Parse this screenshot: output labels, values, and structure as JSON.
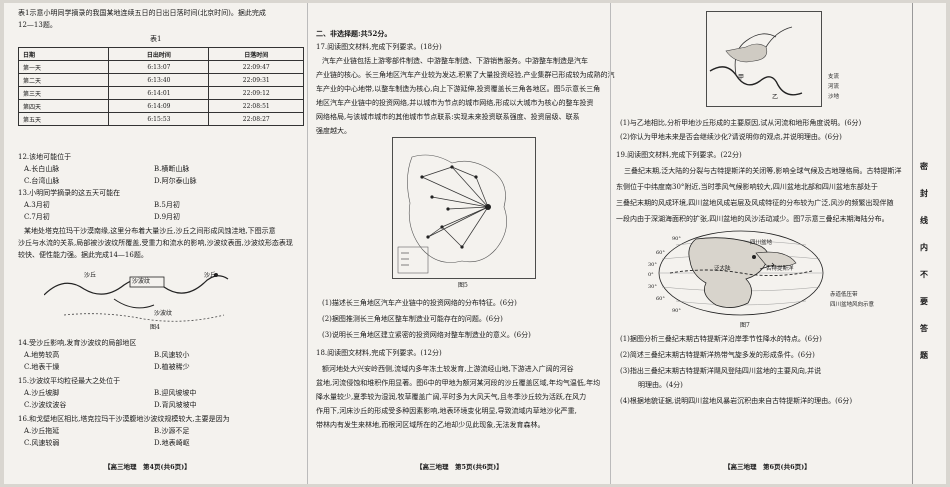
{
  "left": {
    "intro": [
      "表1示意小明同学摘录的我国某地连续五日的日出日落时间(北京时间)。据此完成",
      "12—13题。"
    ],
    "table_title": "表1",
    "table": {
      "headers": [
        "日期",
        "日出时间",
        "日落时间"
      ],
      "rows": [
        [
          "第一天",
          "6:13:07",
          "22:09:47"
        ],
        [
          "第二天",
          "6:13:40",
          "22:09:31"
        ],
        [
          "第三天",
          "6:14:01",
          "22:09:12"
        ],
        [
          "第四天",
          "6:14:09",
          "22:08:51"
        ],
        [
          "第五天",
          "6:15:53",
          "22:08:27"
        ]
      ]
    },
    "q12": "12.该地可能位于",
    "q12_opts": [
      "A.长白山脉",
      "B.横断山脉",
      "C.台湾山脉",
      "D.阿尔泰山脉"
    ],
    "q13": "13.小明同学摘录的这五天可能在",
    "q13_opts": [
      "A.3月初",
      "B.5月初",
      "C.7月初",
      "D.9月初"
    ],
    "passage": [
      "某地处塔克拉玛干沙漠南缘,这里分布着大量沙丘,沙丘之间形成风蚀洼地,下图示意",
      "沙丘与水流的关系,局部被沙波纹所覆盖,受重力和流水的影响,沙波纹表面,沙波纹形态表现",
      "较快、便性能力强。据此完成14—16题。"
    ],
    "fig4": {
      "labels": [
        "沙丘",
        "沙波纹",
        "沙丘",
        "沙波纹"
      ],
      "caption": "图4"
    },
    "q14": "14.受沙丘影响,发育沙波纹的局部地区",
    "q14_opts": [
      "A.地势较高",
      "B.风速较小",
      "C.地表干燥",
      "D.植被稀少"
    ],
    "q15": "15.沙波纹平均粒径最大之处位于",
    "q15_opts": [
      "A.沙丘坡脚",
      "B.迎风坡坡中",
      "C.沙波纹波谷",
      "D.背风坡坡中"
    ],
    "q16": "16.和戈壁地区相比,塔克拉玛干沙漠腹地沙波纹规模较大,主要是因为",
    "q16_opts": [
      "A.沙丘拖延",
      "B.沙源不足",
      "C.风速较弱",
      "D.地表崎岖"
    ],
    "footer": "【高三地理　第4页(共6页)】"
  },
  "middle": {
    "section": "二、非选择题:共52分。",
    "q17": "17.阅读图文材料,完成下列要求。(18分)",
    "q17_text": [
      "汽车产业链包括上游零部件制造、中游整车制造、下游销售服务。中游整车制造是汽车",
      "产业链的核心。长三角地区汽车产业较为发达,积累了大量投资经验,产业集群已形成较为成熟的汽",
      "车产业的中心地带,以整车制造为核心,向上下游延伸,投资覆盖长三角各地区。图5示意长三角",
      "地区汽车产业链中的投资网络,并以城市为节点的城市网络,形成以大城市为核心的整车投资",
      "网络格局,与该城市城市的其他城市节点联系:实现未来投资联系强度、投资层级、联系",
      "强度越大。"
    ],
    "fig5": {
      "caption": "图5"
    },
    "q17_items": [
      "(1)描述长三角地区汽车产业链中的投资网络的分布特征。(6分)",
      "(2)据图推测长三角地区整车制造业可能存在的问题。(6分)",
      "(3)说明长三角地区建立紧密的投资网络对整车制造业的意义。(6分)"
    ],
    "q18": "18.阅读图文材料,完成下列要求。(12分)",
    "q18_text": [
      "额河地处大兴安岭西侧,流域内多年冻土较发育,上游流经山地,下游进入广阔的河谷",
      "盆地,河流侵蚀和堆积作用显著。图6中的甲地为额河某河段的沙丘覆盖区域,年均气温低,年均",
      "降水量较少,夏季较为湿润,牧草覆盖广阔,平时多为大风天气,且冬季沙丘较为活跃,在风力",
      "作用下,河床沙丘的形成受多种因素影响,地表环境变化明显,导致流域内草地沙化严重,",
      "带林内有发生来林地,而根河区域所在的乙地却少见此现象,无法发育森林。"
    ],
    "footer": "【高三地理　第5页(共6页)】"
  },
  "right": {
    "fig6": {
      "labels": [
        "甲",
        "乙"
      ],
      "legend": [
        "支流",
        "河流",
        "沙地"
      ]
    },
    "q18_items": [
      "(1)与乙地相比,分析甲地沙丘形成的主要原因,试从河流和地形角度说明。(6分)",
      "(2)你认为甲地未来是否会继续沙化?请说明你的观点,并说明理由。(6分)"
    ],
    "q19": "19.阅读图文材料,完成下列要求。(22分)",
    "q19_text": [
      "三叠纪末期,泛大陆的分裂与古特提斯洋的关闭等,影响全球气候及古地理格局。古特提斯洋",
      "东侧位于中纬度南30°附近,当时季风气候影响较大,四川盆地北部和四川盆地东部处于",
      "三叠纪末期的风成环境,四川盆地风成岩层及风成特征的分布较为广泛,风沙的频繁出现伴随",
      "一段内由于深湖海面积的扩张,四川盆地的风沙活动减少。图7示意三叠纪末期海陆分布。"
    ],
    "fig7": {
      "labels": [
        "90°",
        "60°",
        "30°",
        "0°",
        "30°",
        "60°",
        "90°",
        "泛大陆",
        "四川盆地",
        "古特提斯洋"
      ],
      "legend": [
        "赤道低压带",
        "四川盆地风向示意"
      ],
      "caption": "图7"
    },
    "q19_items": [
      "(1)据图分析三叠纪末期古特提斯洋沿岸季节性降水的特点。(6分)",
      "(2)简述三叠纪末期古特提斯洋热带气旋多发的形成条件。(6分)",
      "(3)指出三叠纪末期古特提斯洋飓风登陆四川盆地的主要风向,并说",
      "明理由。(4分)",
      "(4)根据地貌证据,说明四川盆地风暴岩沉积由来自古特提斯洋的理由。(6分)"
    ],
    "footer": "【高三地理　第6页(共6页)】",
    "side_text": [
      "密",
      "封",
      "线",
      "内",
      "不",
      "要",
      "答",
      "题"
    ]
  }
}
